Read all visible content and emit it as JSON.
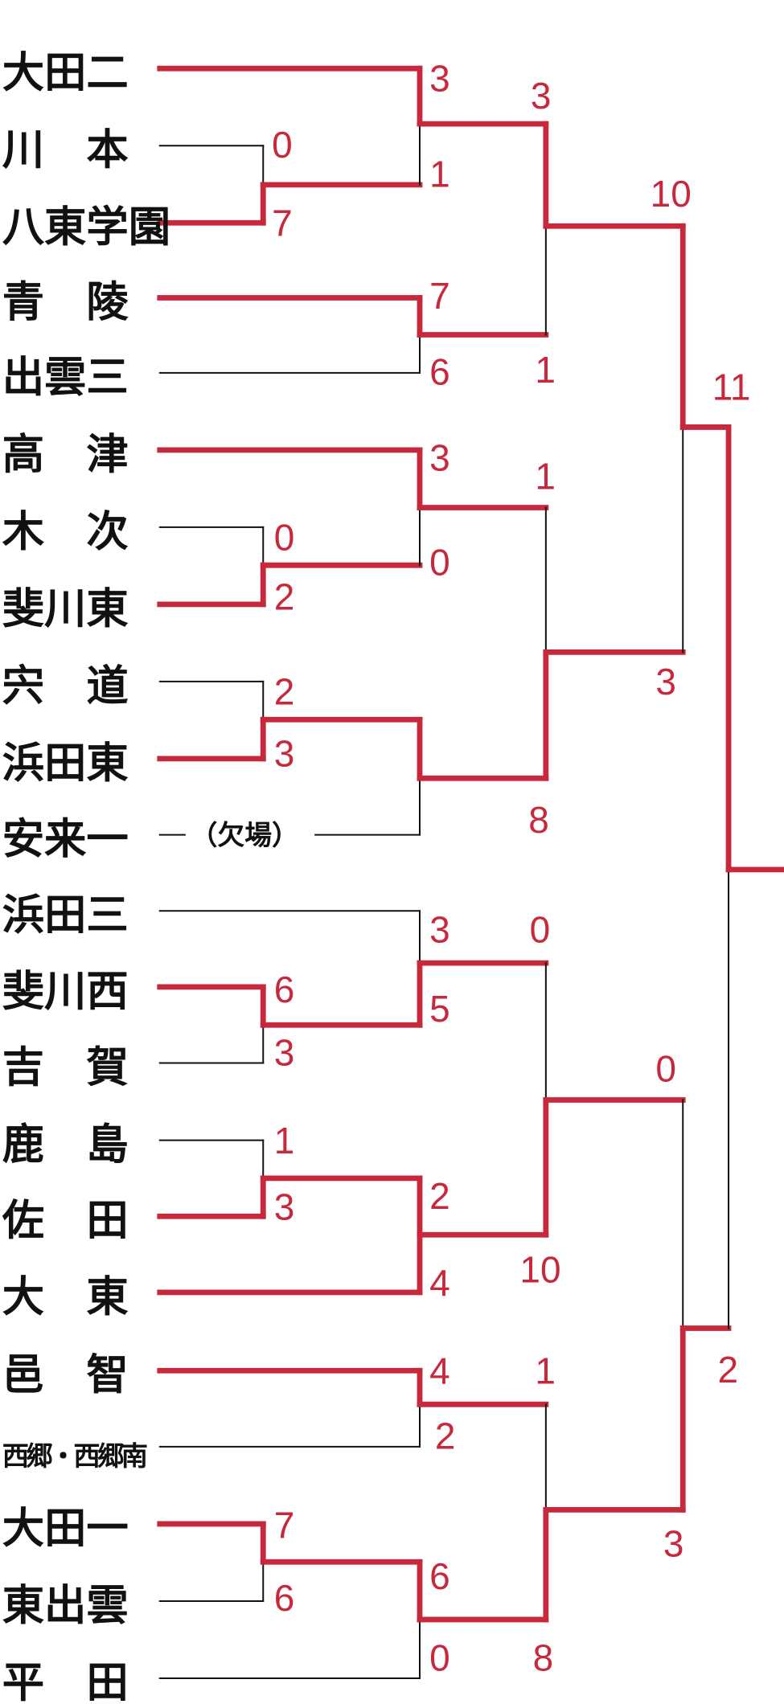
{
  "colors": {
    "winner": "#c8283c",
    "loser": "#111111"
  },
  "teams": [
    "大田二",
    "川　本",
    "八東学園",
    "青　陵",
    "出雲三",
    "高　津",
    "木　次",
    "斐川東",
    "宍　道",
    "浜田東",
    "安来一",
    "浜田三",
    "斐川西",
    "吉　賀",
    "鹿　島",
    "佐　田",
    "大　東",
    "邑　智",
    "西郷・西郷南",
    "大田一",
    "東出雲",
    "平　田"
  ],
  "forfeit_note": "（欠場）",
  "rounds": {
    "r1": [
      {
        "id": "m1",
        "scores": [
          "0",
          "7"
        ]
      },
      {
        "id": "m2",
        "scores": [
          "0",
          "2"
        ]
      },
      {
        "id": "m3",
        "scores": [
          "2",
          "3"
        ]
      },
      {
        "id": "m4",
        "scores": [
          "6",
          "3"
        ]
      },
      {
        "id": "m5",
        "scores": [
          "1",
          "3"
        ]
      },
      {
        "id": "m6",
        "scores": [
          "7",
          "6"
        ]
      }
    ],
    "r2": [
      {
        "id": "n1",
        "scores": [
          "3",
          "1"
        ]
      },
      {
        "id": "n2",
        "scores": [
          "7",
          "6"
        ]
      },
      {
        "id": "n3",
        "scores": [
          "3",
          "0"
        ]
      },
      {
        "id": "n4",
        "scores": [
          "",
          ""
        ]
      },
      {
        "id": "n5",
        "scores": [
          "3",
          "5"
        ]
      },
      {
        "id": "n6",
        "scores": [
          "2",
          "4"
        ]
      },
      {
        "id": "n7",
        "scores": [
          "4",
          "2"
        ]
      },
      {
        "id": "n8",
        "scores": [
          "6",
          "0"
        ]
      }
    ],
    "r3": [
      {
        "id": "q1",
        "scores": [
          "3",
          "1"
        ]
      },
      {
        "id": "q2",
        "scores": [
          "1",
          "8"
        ]
      },
      {
        "id": "q3",
        "scores": [
          "0",
          "10"
        ]
      },
      {
        "id": "q4",
        "scores": [
          "1",
          "8"
        ]
      }
    ],
    "sf": [
      {
        "id": "s1",
        "scores": [
          "10",
          "3"
        ]
      },
      {
        "id": "s2",
        "scores": [
          "0",
          "3"
        ]
      }
    ],
    "final": [
      {
        "id": "f",
        "scores": [
          "11",
          "2"
        ]
      }
    ]
  }
}
